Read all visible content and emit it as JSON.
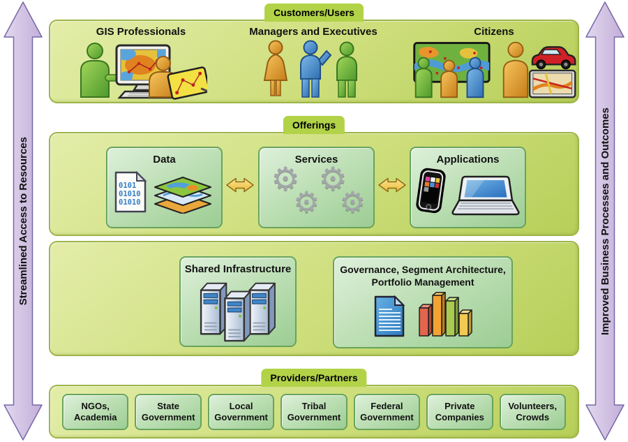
{
  "side_arrows": {
    "left": "Streamlined Access to Resources",
    "right": "Improved Business Processes and Outcomes"
  },
  "customers": {
    "tab": "Customers/Users",
    "groups": [
      {
        "label": "GIS Professionals"
      },
      {
        "label": "Managers and Executives"
      },
      {
        "label": "Citizens"
      }
    ]
  },
  "offerings": {
    "tab": "Offerings",
    "boxes": [
      {
        "label": "Data"
      },
      {
        "label": "Services"
      },
      {
        "label": "Applications"
      }
    ]
  },
  "foundation": {
    "shared_infrastructure": {
      "label": "Shared Infrastructure"
    },
    "governance": {
      "line1": "Governance, Segment Architecture,",
      "line2": "Portfolio Management"
    }
  },
  "providers": {
    "tab": "Providers/Partners",
    "boxes": [
      {
        "line1": "NGOs,",
        "line2": "Academia"
      },
      {
        "line1": "State",
        "line2": "Government"
      },
      {
        "line1": "Local",
        "line2": "Government"
      },
      {
        "line1": "Tribal",
        "line2": "Government"
      },
      {
        "line1": "Federal",
        "line2": "Government"
      },
      {
        "line1": "Private",
        "line2": "Companies"
      },
      {
        "line1": "Volunteers,",
        "line2": "Crowds"
      }
    ]
  },
  "icons": {
    "gear_glyph": "⚙"
  },
  "colors": {
    "band_fill_light": "#e3eda9",
    "band_fill_mid": "#cfdf7e",
    "band_fill_dark": "#b7cf59",
    "band_border": "#9cb448",
    "tab_fill": "#b2d348",
    "box_border": "#68a35d",
    "box_fill_light": "#def0db",
    "box_fill_mid": "#bfe0b7",
    "box_fill_dark": "#9ccd93",
    "gold_arrow_fill": "#f7ce55",
    "gold_arrow_border": "#8f6d16",
    "side_arrow_fill": "#cdbcdf",
    "side_arrow_border": "#7668a8"
  }
}
